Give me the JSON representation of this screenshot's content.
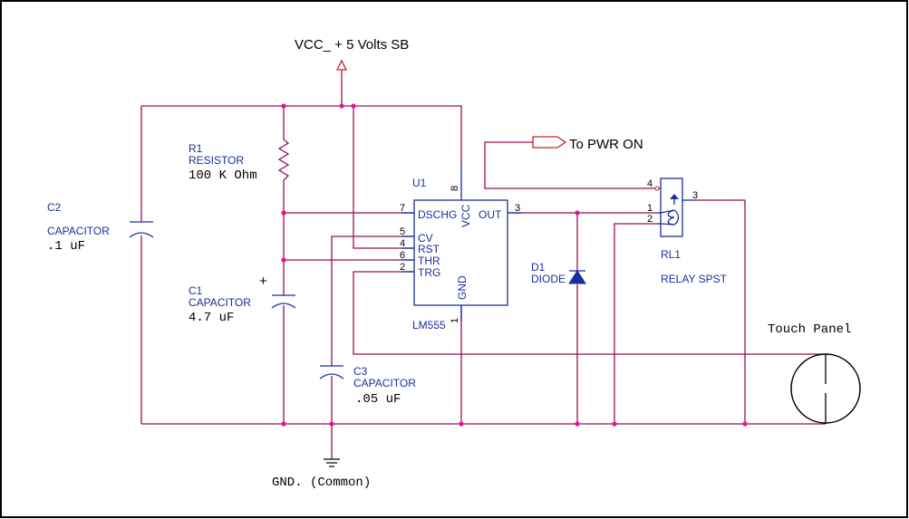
{
  "colors": {
    "wire": "#9b0f57",
    "component": "#1a2e9e",
    "port": "#cc2020",
    "junction": "#e0139a",
    "text": "#000000",
    "blue_text": "#1a2e9e"
  },
  "supply": {
    "label": "VCC_ + 5 Volts SB"
  },
  "port_out": {
    "label": "To PWR ON"
  },
  "ground": {
    "label": "GND. (Common)"
  },
  "touch_panel": {
    "label": "Touch Panel"
  },
  "r1": {
    "ref": "R1",
    "type": "RESISTOR",
    "value": "100 K Ohm"
  },
  "c1": {
    "ref": "C1",
    "type": "CAPACITOR",
    "value": "4.7 uF",
    "polarity": "+"
  },
  "c2": {
    "ref": "C2",
    "type": "CAPACITOR",
    "value": ".1 uF"
  },
  "c3": {
    "ref": "C3",
    "type": "CAPACITOR",
    "value": ".05 uF"
  },
  "d1": {
    "ref": "D1",
    "type": "DIODE"
  },
  "rl1": {
    "ref": "RL1",
    "type": "RELAY SPST",
    "pins": {
      "p1": "1",
      "p2": "2",
      "p3": "3",
      "p4": "4"
    }
  },
  "u1": {
    "ref": "U1",
    "part": "LM555",
    "pins": {
      "dschg": {
        "name": "DSCHG",
        "num": "7"
      },
      "cv": {
        "name": "CV",
        "num": "5"
      },
      "rst": {
        "name": "RST",
        "num": "4"
      },
      "thr": {
        "name": "THR",
        "num": "6"
      },
      "trg": {
        "name": "TRG",
        "num": "2"
      },
      "out": {
        "name": "OUT",
        "num": "3"
      },
      "vcc": {
        "name": "VCC",
        "num": "8"
      },
      "gnd": {
        "name": "GND",
        "num": "1"
      }
    }
  }
}
